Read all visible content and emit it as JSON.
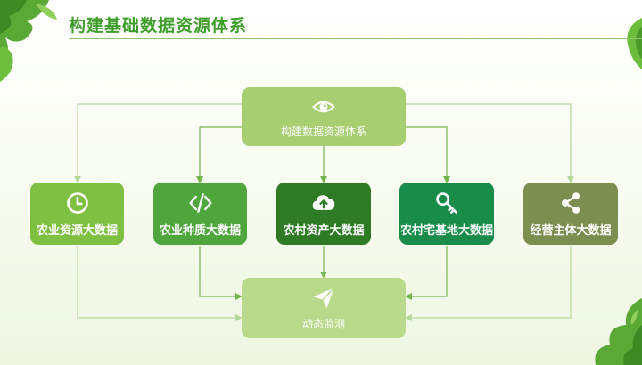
{
  "page": {
    "title": "构建基础数据资源体系"
  },
  "diagram": {
    "top": {
      "label": "构建数据资源体系",
      "icon": "eye-icon",
      "color": "#a7cf72"
    },
    "bottom": {
      "label": "动态监测",
      "icon": "paper-plane-icon",
      "color": "#b9d98b"
    },
    "nodes": [
      {
        "label": "农业资源大数据",
        "icon": "clock-icon",
        "color": "#7fc042"
      },
      {
        "label": "农业种质大数据",
        "icon": "code-icon",
        "color": "#4fa63c"
      },
      {
        "label": "农村资产大数据",
        "icon": "cloud-upload-icon",
        "color": "#2e7a25"
      },
      {
        "label": "农村宅基地大数据",
        "icon": "key-icon",
        "color": "#198c4a"
      },
      {
        "label": "经营主体大数据",
        "icon": "share-icon",
        "color": "#7a8f50"
      }
    ],
    "connector_color": "#74b64e"
  }
}
